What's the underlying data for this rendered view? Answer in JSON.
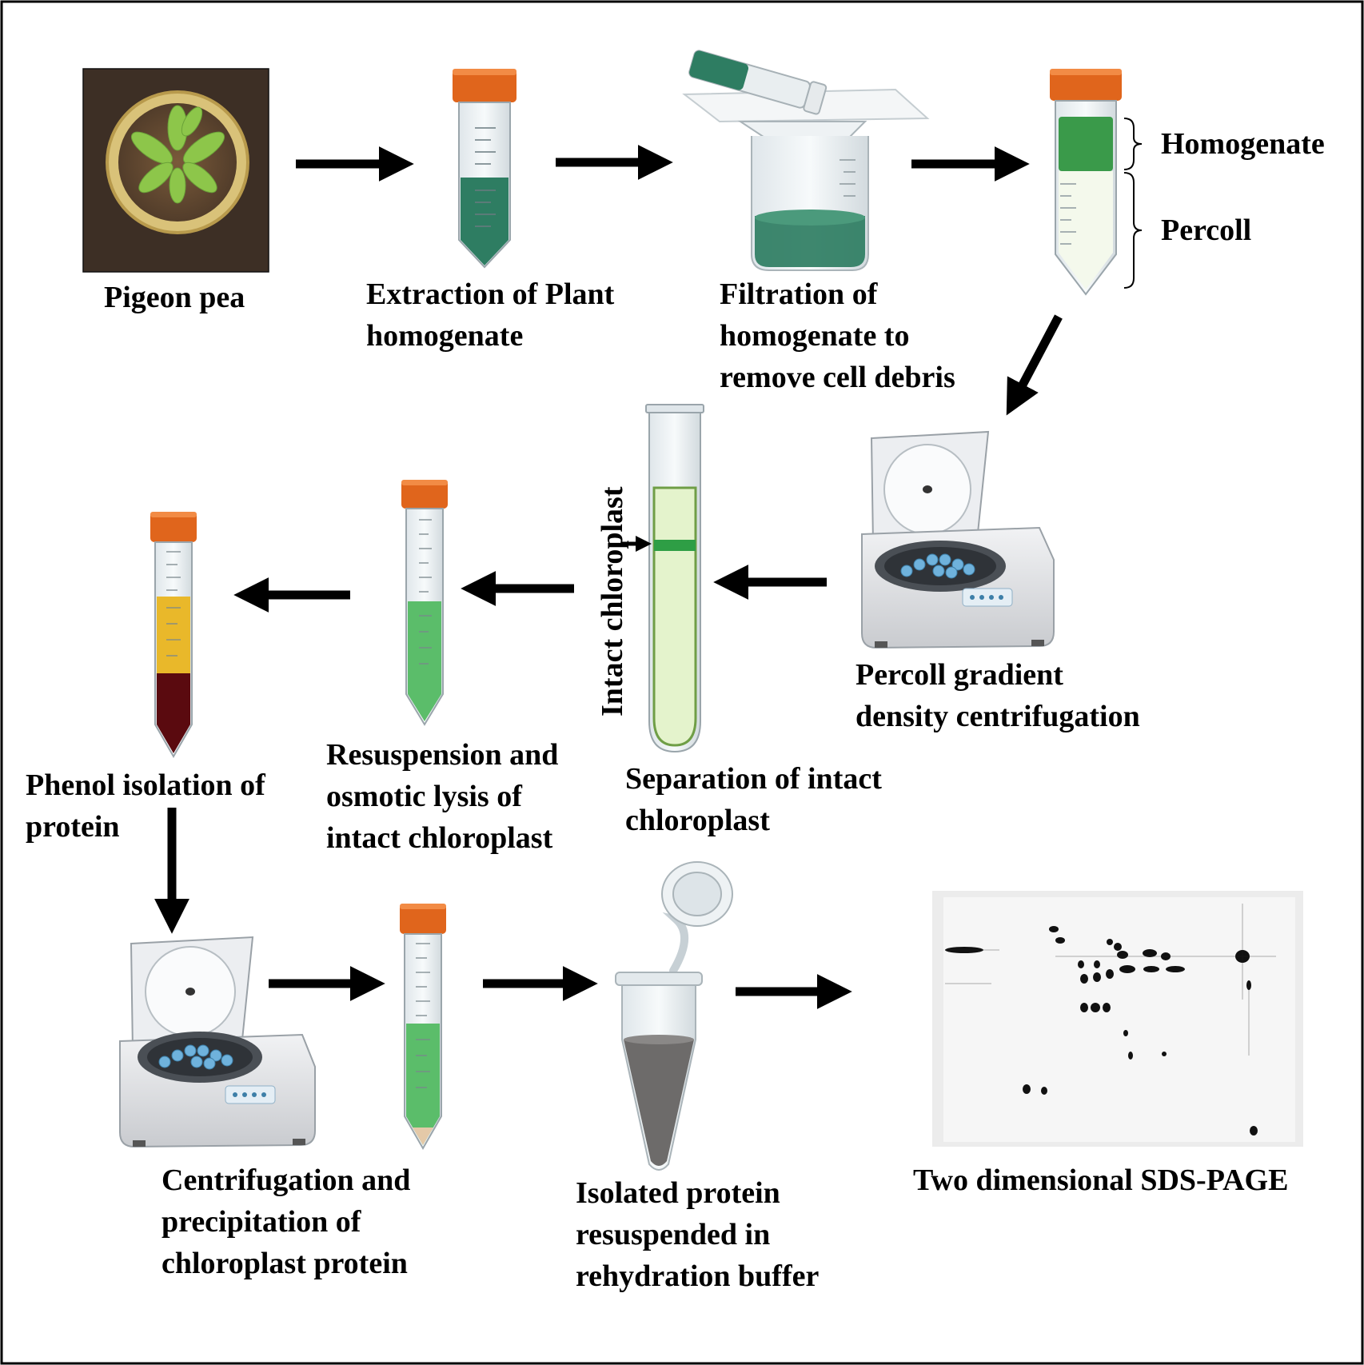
{
  "colors": {
    "cap_orange": "#e0651c",
    "homogenate_dark_green": "#2e7d62",
    "homogenate_green": "#3a9a4a",
    "percoll_pale": "#f4f9ec",
    "gradient_pale_green": "#e4f3cc",
    "band_green": "#2e9e45",
    "phenol_yellow": "#e9b82a",
    "phenol_dark_red": "#5a0a0f",
    "resuspension_green": "#5bbd6a",
    "gel_spot": "#111111"
  },
  "labels": {
    "pigeon_pea": "Pigeon pea",
    "extraction": [
      "Extraction of Plant",
      "homogenate"
    ],
    "filtration": [
      "Filtration of",
      "homogenate to",
      "remove cell debris"
    ],
    "homogenate_layer": "Homogenate",
    "percoll_layer": "Percoll",
    "percoll_centrifugation": [
      "Percoll gradient",
      "density centrifugation"
    ],
    "intact_chloroplast_band": "Intact chloroplast",
    "separation": [
      "Separation of intact",
      "chloroplast"
    ],
    "resuspension": [
      "Resuspension and",
      "osmotic lysis of",
      "intact chloroplast"
    ],
    "phenol_isolation": [
      "Phenol isolation of",
      "protein"
    ],
    "centrifugation_precipitation": [
      "Centrifugation and",
      "precipitation of",
      "chloroplast protein"
    ],
    "isolated_protein": [
      "Isolated protein",
      "resuspended in",
      "rehydration buffer"
    ],
    "sds_page": "Two dimensional SDS-PAGE"
  }
}
